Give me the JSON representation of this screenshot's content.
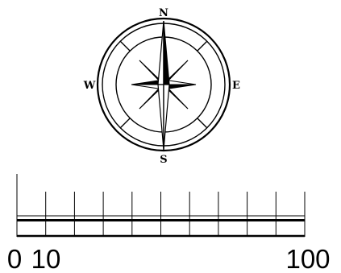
{
  "compass": {
    "north": "N",
    "east": "E",
    "south": "S",
    "west": "W"
  },
  "scale_bar": {
    "labels": [
      "0",
      "10",
      "100"
    ],
    "divisions": 10
  }
}
